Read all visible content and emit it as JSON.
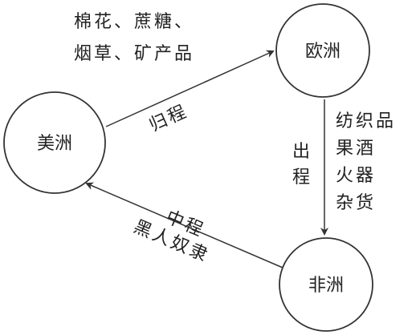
{
  "nodes": {
    "americas": "美洲",
    "europe": "欧洲",
    "africa": "非洲"
  },
  "edges": {
    "return": {
      "goods_line1": "棉花、蔗糖、",
      "goods_line2": "烟草、矿产品",
      "leg": "归程"
    },
    "outbound": {
      "leg_char1": "出",
      "leg_char2": "程",
      "goods": [
        "纺织品",
        "果酒",
        "火器",
        "杂货"
      ]
    },
    "middle": {
      "leg": "中程",
      "cargo": "黑人奴隶"
    }
  },
  "colors": {
    "line": "#333333",
    "text": "#222222"
  }
}
